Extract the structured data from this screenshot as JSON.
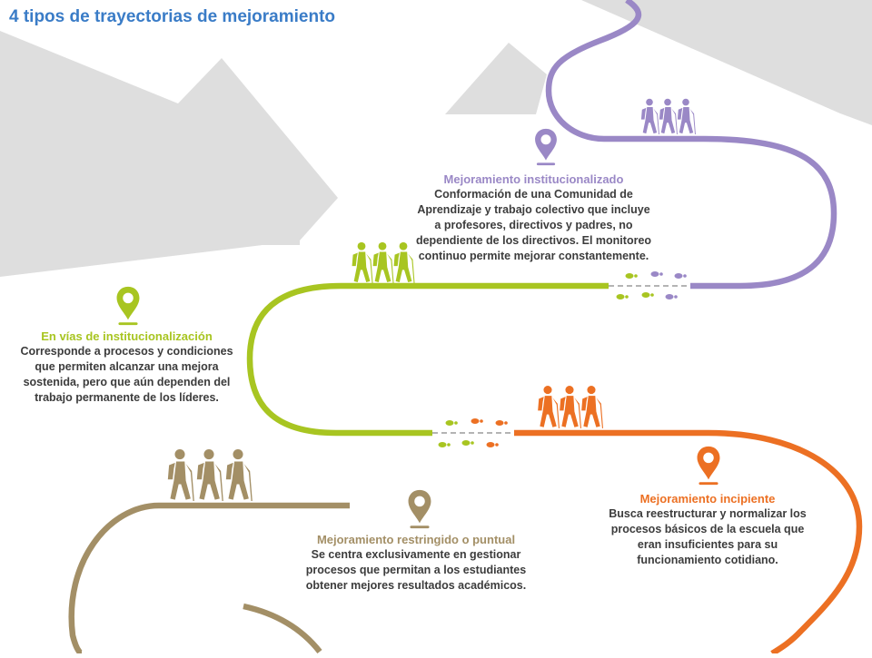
{
  "title": "4 tipos de trayectorias de mejoramiento",
  "colors": {
    "title": "#3a7cc7",
    "mountain": "#dedede",
    "institucionalizado": "#9a88c6",
    "en_vias": "#a8c521",
    "incipiente": "#ec7023",
    "restringido": "#a38f66"
  },
  "stages": {
    "institucionalizado": {
      "title": "Mejoramiento institucionalizado",
      "description": "Conformación de una Comunidad de Aprendizaje y trabajo colectivo que incluye a profesores, directivos y padres, no dependiente de los directivos. El monitoreo continuo permite mejorar constantemente.",
      "icons": [
        "location-pin-icon",
        "hikers-icon"
      ]
    },
    "en_vias": {
      "title": "En vías de institucionalización",
      "description": "Corresponde a procesos y condiciones que permiten alcanzar una mejora sostenida, pero que aún dependen del trabajo permanente de los líderes.",
      "icons": [
        "location-pin-icon",
        "hikers-icon"
      ]
    },
    "incipiente": {
      "title": "Mejoramiento incipiente",
      "description": "Busca reestructurar y normalizar los procesos básicos de la escuela que eran insuficientes para su funcionamiento cotidiano.",
      "icons": [
        "location-pin-icon",
        "hikers-icon"
      ]
    },
    "restringido": {
      "title": "Mejoramiento restringido o puntual",
      "description": "Se centra exclusivamente en gestionar procesos que permitan a los estudiantes obtener mejores resultados académicos.",
      "icons": [
        "location-pin-icon",
        "hikers-icon"
      ]
    }
  }
}
